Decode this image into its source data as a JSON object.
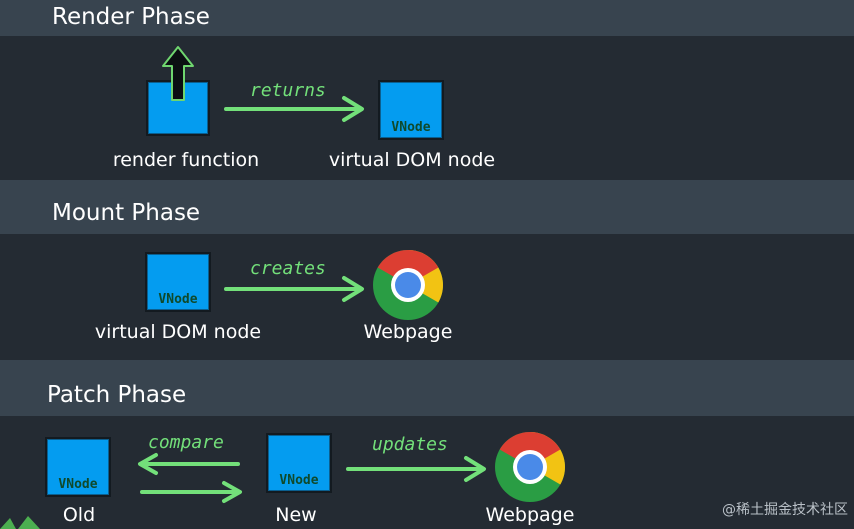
{
  "phases": {
    "render": {
      "title": "Render Phase",
      "left_label": "render function",
      "right_label": "virtual DOM node",
      "arrow_label": "returns",
      "box_text": "VNode"
    },
    "mount": {
      "title": "Mount Phase",
      "left_label": "virtual DOM node",
      "right_label": "Webpage",
      "arrow_label": "creates",
      "box_text": "VNode"
    },
    "patch": {
      "title": "Patch Phase",
      "old_label": "Old",
      "new_label": "New",
      "right_label": "Webpage",
      "compare_label": "compare",
      "updates_label": "updates",
      "box_text": "VNode"
    }
  },
  "watermark": "@稀土掘金技术社区",
  "colors": {
    "band": "#38444f",
    "panel": "#242b33",
    "box": "#049cf0",
    "arrow": "#73e07a"
  },
  "icons": [
    "arrow-up-icon",
    "chrome-logo-icon"
  ]
}
